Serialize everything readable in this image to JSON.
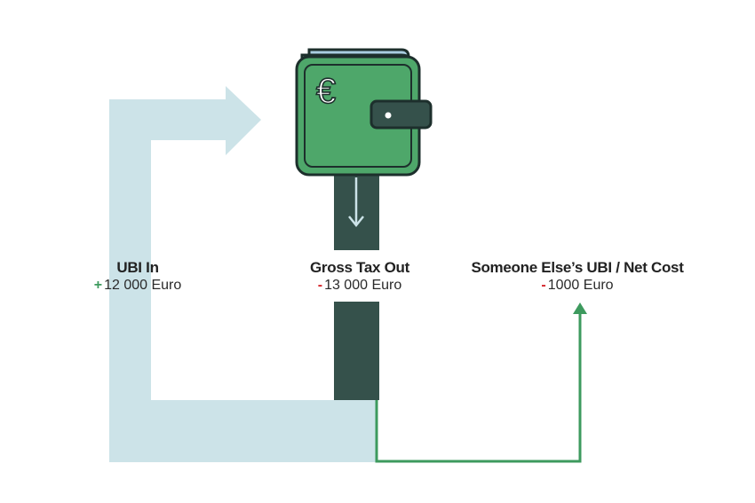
{
  "labels": {
    "ubi_in": {
      "title": "UBI In",
      "sign": "+",
      "amount": "12 000 Euro"
    },
    "gross_tax_out": {
      "title": "Gross Tax Out",
      "sign": "-",
      "amount": "13 000 Euro"
    },
    "net_cost": {
      "title": "Someone Else’s UBI / Net Cost",
      "sign": "-",
      "amount": "1000 Euro"
    }
  },
  "icons": {
    "wallet": "wallet-icon",
    "currency": "€",
    "down_arrow": "down-arrow-icon"
  },
  "colors": {
    "ubi_flow": "#cce3e8",
    "tax_flow": "#35514b",
    "wallet_green": "#4ea76a",
    "net_flow_line": "#3d9a5e",
    "plus_sign": "#3d9a5e",
    "minus_sign": "#d6262b",
    "text": "#222222"
  }
}
